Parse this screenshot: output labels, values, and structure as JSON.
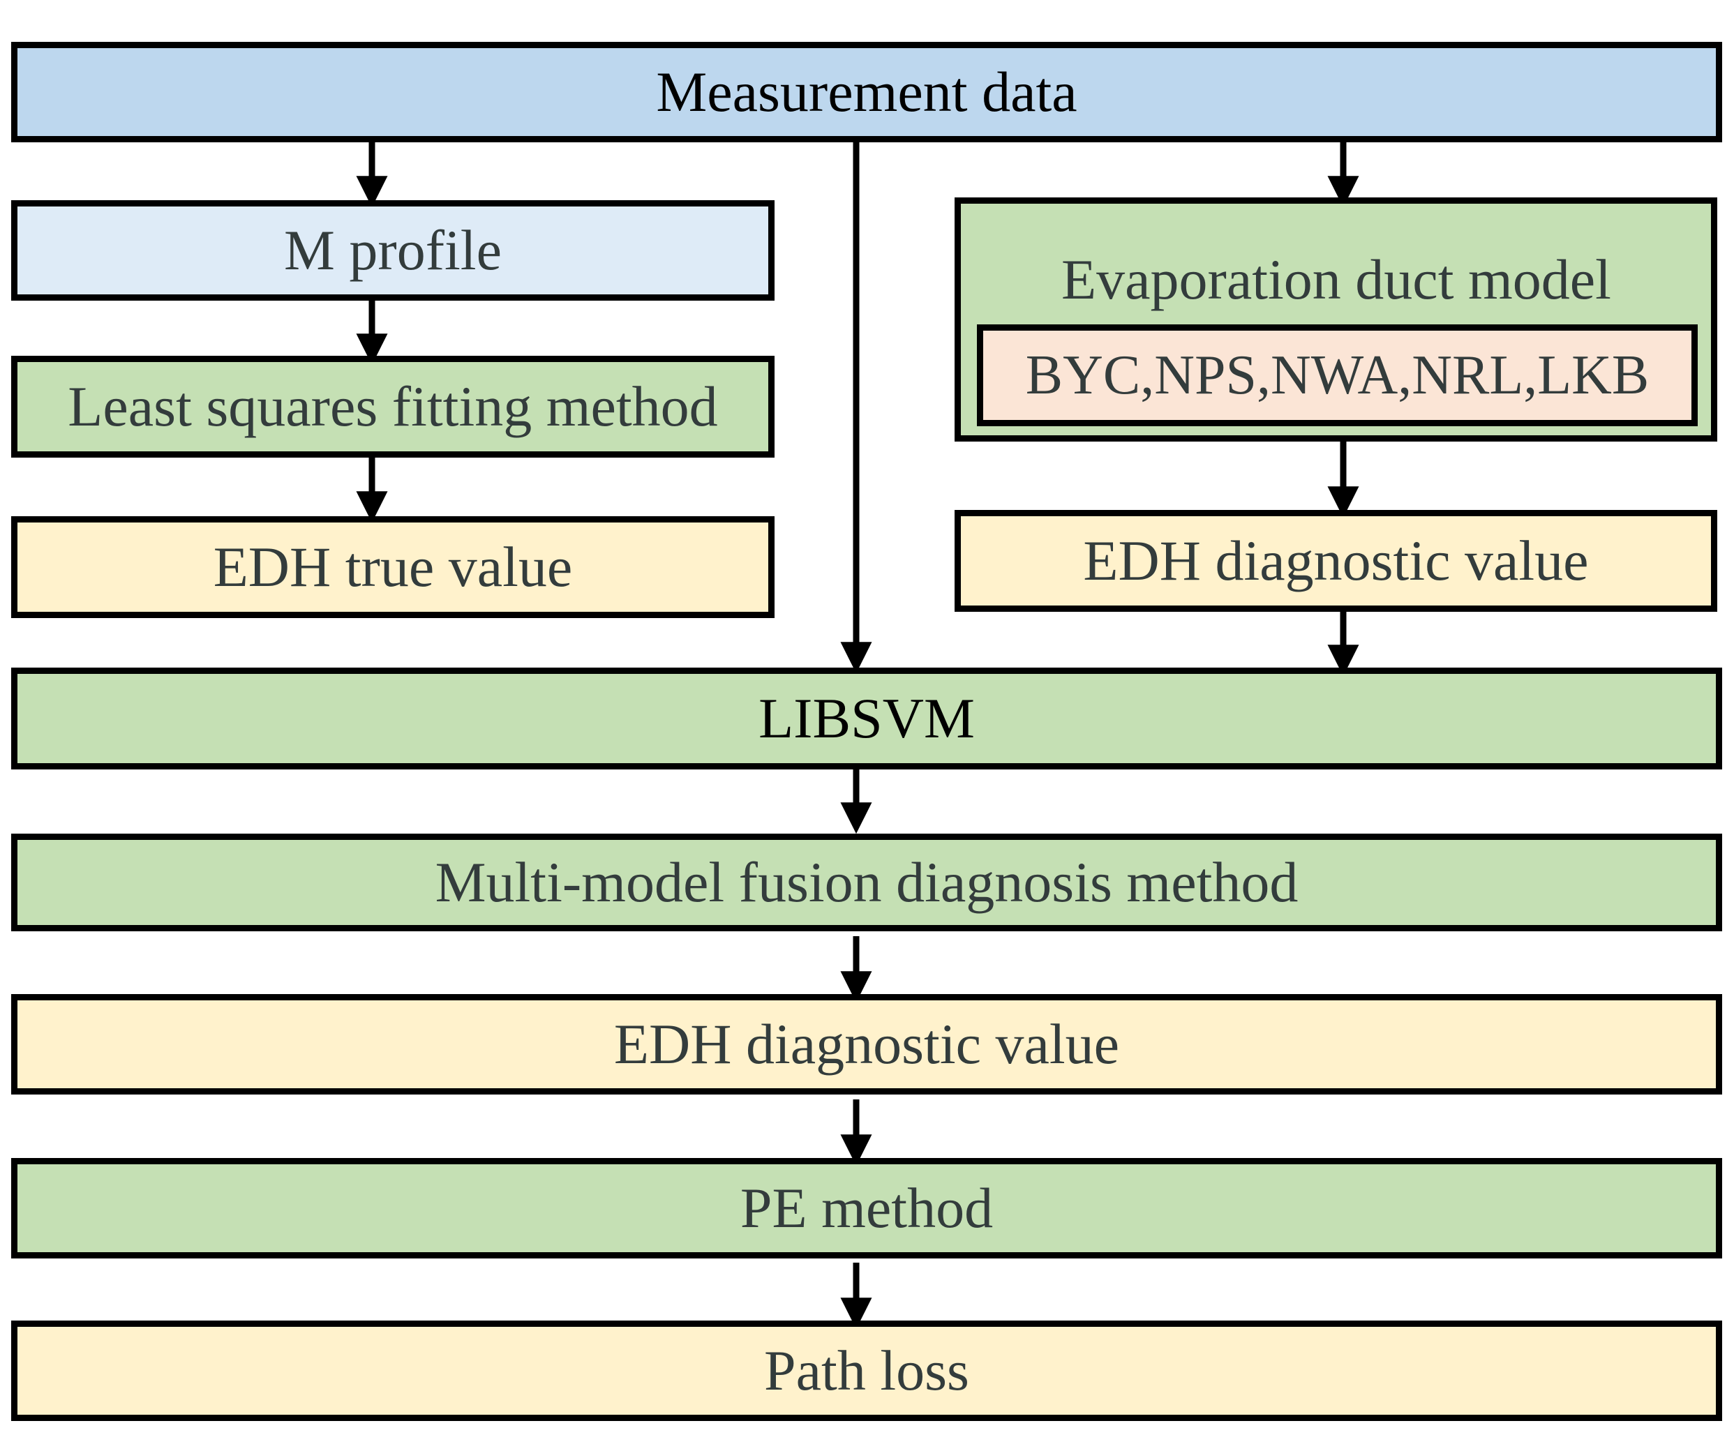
{
  "boxes": {
    "measurement": "Measurement data",
    "m_profile": "M profile",
    "least_squares": "Least squares fitting method",
    "edh_true": "EDH true value",
    "evap_model": "Evaporation duct model",
    "models_list": "BYC,NPS,NWA,NRL,LKB",
    "edh_diag_right": "EDH diagnostic value",
    "libsvm": "LIBSVM",
    "fusion": "Multi-model fusion diagnosis method",
    "edh_diag_bottom": "EDH diagnostic value",
    "pe_method": "PE method",
    "path_loss": "Path loss"
  },
  "colors": {
    "blue": "#bdd7ee",
    "light_blue": "#deebf7",
    "green": "#c5e0b4",
    "cream": "#fff2cc",
    "pink": "#fbe5d6",
    "border": "#000000"
  }
}
